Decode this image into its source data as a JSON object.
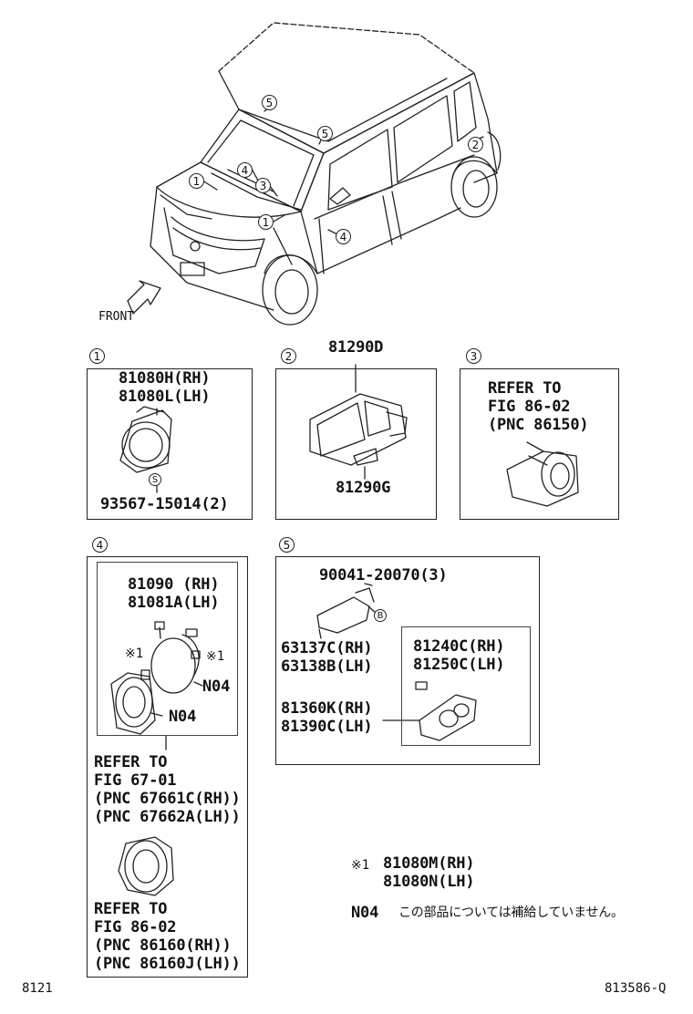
{
  "car": {
    "front_label": "FRONT",
    "callouts": [
      "1",
      "1",
      "2",
      "3",
      "4",
      "4",
      "5",
      "5"
    ]
  },
  "section1": {
    "num": "1",
    "part_rh": "81080H(RH)",
    "part_lh": "81080L(LH)",
    "screw_sym": "S",
    "screw_part": "93567-15014(2)"
  },
  "section2": {
    "num": "2",
    "part_top": "81290D",
    "part_bottom": "81290G"
  },
  "section3": {
    "num": "3",
    "refer_line1": "REFER TO",
    "refer_line2": "FIG 86-02",
    "refer_line3": "(PNC 86150)"
  },
  "section4": {
    "num": "4",
    "part_rh": "81090 (RH)",
    "part_lh": "81081A(LH)",
    "mark_left": "※1",
    "mark_right": "※1",
    "n04_a": "N04",
    "n04_b": "N04",
    "refer1_line1": "REFER TO",
    "refer1_line2": "FIG 67-01",
    "refer1_line3": "(PNC 67661C(RH))",
    "refer1_line4": "(PNC 67662A(LH))",
    "refer2_line1": "REFER TO",
    "refer2_line2": "FIG 86-02",
    "refer2_line3": "(PNC 86160(RH))",
    "refer2_line4": "(PNC 86160J(LH))"
  },
  "section5": {
    "num": "5",
    "bolt_part": "90041-20070(3)",
    "bolt_sym": "B",
    "part_a_rh": "63137C(RH)",
    "part_a_lh": "63138B(LH)",
    "part_b_rh": "81360K(RH)",
    "part_b_lh": "81390C(LH)",
    "part_c_rh": "81240C(RH)",
    "part_c_lh": "81250C(LH)"
  },
  "legend": {
    "mark": "※1",
    "mark_part_rh": "81080M(RH)",
    "mark_part_lh": "81080N(LH)",
    "n04_code": "N04",
    "n04_note": "この部品については補給していません。"
  },
  "footer": {
    "left_code": "8121",
    "right_code": "813586-Q"
  }
}
